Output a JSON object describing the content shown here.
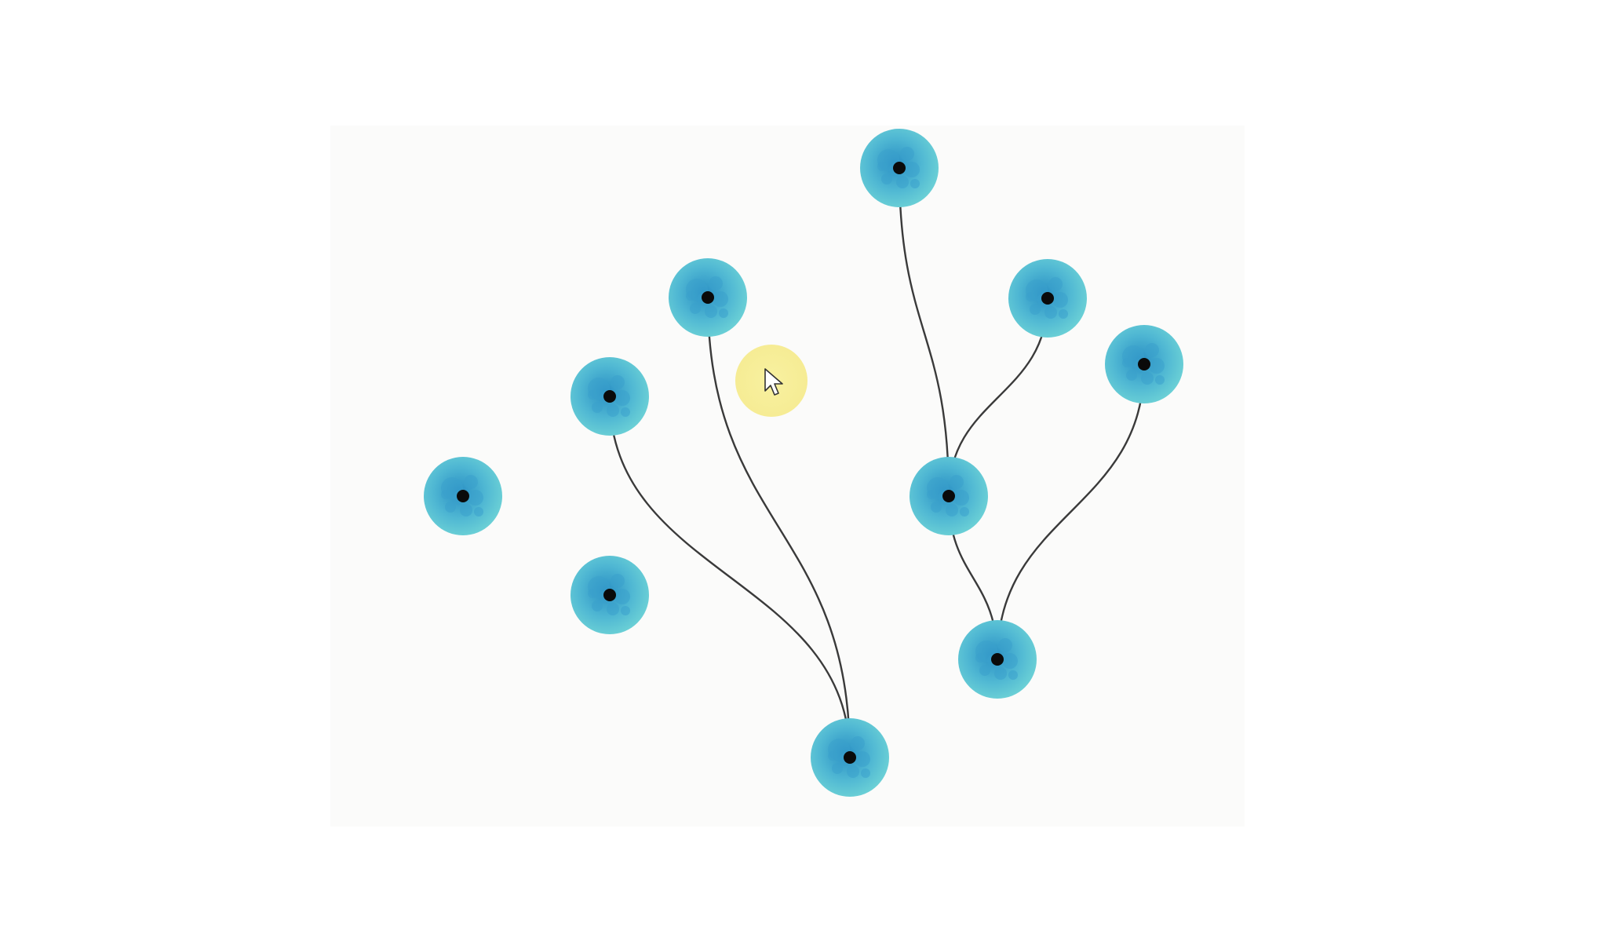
{
  "diagram": {
    "kind": "node-link graph",
    "node_style": {
      "fill_outer": "#6ed3d6",
      "fill_inner": "#2a8fc4",
      "blob_color": "#3aa0cc",
      "center_dot": "#0a0a0a"
    },
    "edge_color": "#3a3a3a",
    "panel_color": "#fbfbfa",
    "cursor": {
      "icon": "arrow-cursor-icon",
      "highlight_color": "#f8f1a0"
    },
    "nodes": [
      {
        "id": "n1"
      },
      {
        "id": "n2"
      },
      {
        "id": "n3"
      },
      {
        "id": "n4"
      },
      {
        "id": "n5"
      },
      {
        "id": "n6"
      },
      {
        "id": "n7"
      },
      {
        "id": "n8"
      },
      {
        "id": "n9"
      },
      {
        "id": "n10"
      },
      {
        "id": "n11"
      }
    ],
    "edges": [
      {
        "from": "n2",
        "to": "n8"
      },
      {
        "from": "n3",
        "to": "n8"
      },
      {
        "from": "n1",
        "to": "n6"
      },
      {
        "from": "n4",
        "to": "n6"
      },
      {
        "from": "n6",
        "to": "n9"
      },
      {
        "from": "n5",
        "to": "n9"
      }
    ]
  }
}
